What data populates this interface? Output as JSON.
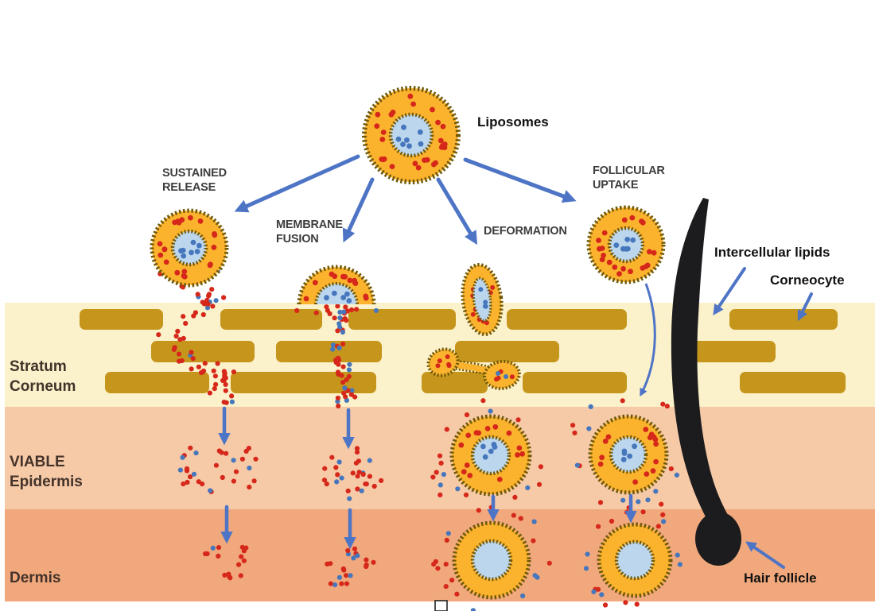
{
  "diagram": {
    "title_label": "Liposomes",
    "mechanisms": [
      {
        "id": "sustained-release",
        "label": "SUSTAINED\nRELEASE"
      },
      {
        "id": "membrane-fusion",
        "label": "MEMBRANE\nFUSION"
      },
      {
        "id": "deformation",
        "label": "DEFORMATION"
      },
      {
        "id": "follicular-uptake",
        "label": "FOLLICULAR\nUPTAKE"
      }
    ],
    "layers": [
      {
        "id": "stratum-corneum",
        "label": "Stratum\nCorneum",
        "color": "#FBF1CB"
      },
      {
        "id": "viable-epidermis",
        "label": "VIABLE\nEpidermis",
        "color": "#F6C9A7"
      },
      {
        "id": "dermis",
        "label": "Dermis",
        "color": "#F1A87C"
      }
    ],
    "annotations": [
      {
        "id": "intercellular-lipids",
        "label": "Intercellular lipids"
      },
      {
        "id": "corneocyte",
        "label": "Corneocyte"
      },
      {
        "id": "hair-follicle",
        "label": "Hair follicle"
      }
    ],
    "colors": {
      "background": "#FFFFFF",
      "corneocyte": "#C6961C",
      "liposome_band": "#FBB32E",
      "liposome_core": "#BCD6EE",
      "membrane": "#6E5808",
      "drug_red": "#D6281A",
      "drug_blue": "#4677BD",
      "arrow_blue": "#4E74C6",
      "hair": "#1C1C1E",
      "label_dark": "#3D3D3D",
      "layer_label_color": "#43332A",
      "annotation_black": "#111111"
    }
  }
}
